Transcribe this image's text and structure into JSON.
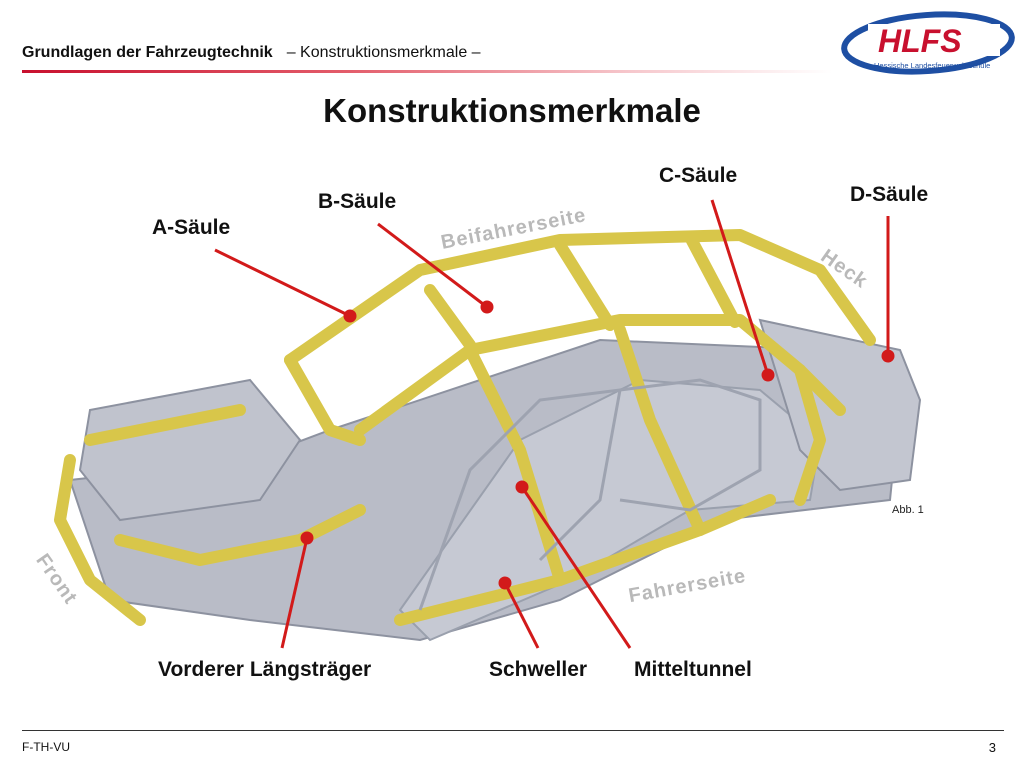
{
  "header": {
    "course": "Grundlagen der Fahrzeugtechnik",
    "subtitle": "– Konstruktionsmerkmale –",
    "logo_text": "HLFS",
    "logo_subtext": "Hessische Landesfeuerwehrschule"
  },
  "title": "Konstruktionsmerkmale",
  "labels": {
    "a_saeule": "A-Säule",
    "b_saeule": "B-Säule",
    "c_saeule": "C-Säule",
    "d_saeule": "D-Säule",
    "vorderer_laengstraeger": "Vorderer Längsträger",
    "schweller": "Schweller",
    "mitteltunnel": "Mitteltunnel"
  },
  "side_labels": {
    "beifahrerseite": "Beifahrerseite",
    "heck": "Heck",
    "front": "Front",
    "fahrerseite": "Fahrerseite"
  },
  "figure_caption": "Abb. 1",
  "footer": {
    "left": "F-TH-VU",
    "page": "3"
  },
  "colors": {
    "accent": "#c8102e",
    "logo_blue": "#1e4fa3",
    "pointer": "#d21a1a",
    "frame_yellow": "#d8c64a"
  }
}
